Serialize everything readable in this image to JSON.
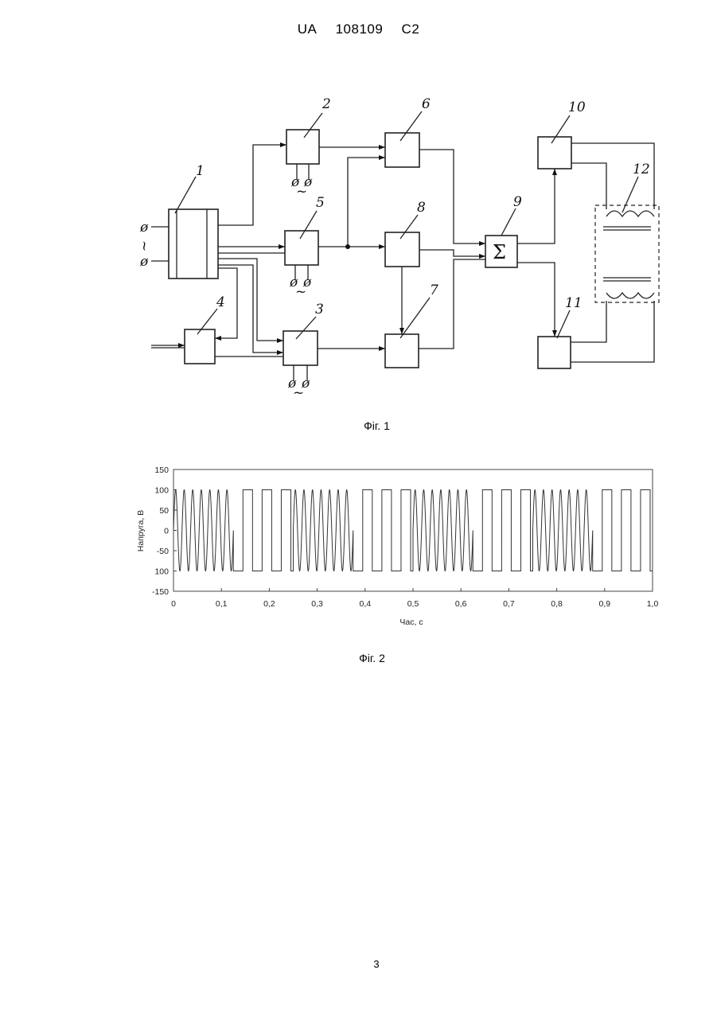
{
  "header": {
    "country": "UA",
    "number": "108109",
    "kind": "C2"
  },
  "figure1": {
    "caption": "Фіг. 1",
    "block_labels": [
      "1",
      "2",
      "3",
      "4",
      "5",
      "6",
      "7",
      "8",
      "9",
      "10",
      "11",
      "12"
    ],
    "sum_symbol": "Σ",
    "terminal_symbol": "ø",
    "ac_symbol": "~"
  },
  "figure2": {
    "caption": "Фіг. 2",
    "chart_data": {
      "type": "line",
      "xlabel": "Час, с",
      "ylabel": "Напруга, В",
      "xlim": [
        0,
        1.0
      ],
      "ylim": [
        -150,
        150
      ],
      "x_ticks": [
        "0",
        "0,1",
        "0,2",
        "0,3",
        "0,4",
        "0,5",
        "0,6",
        "0,7",
        "0,8",
        "0,9",
        "1,0"
      ],
      "y_ticks": [
        "150",
        "100",
        "50",
        "0",
        "-50",
        "100",
        "-150"
      ],
      "amplitude": 100,
      "series": [
        {
          "sine_segments": [
            [
              0,
              0.125
            ],
            [
              0.25,
              0.375
            ],
            [
              0.5,
              0.625
            ],
            [
              0.75,
              0.875
            ]
          ],
          "square_segments": [
            [
              0.125,
              0.25
            ],
            [
              0.375,
              0.5
            ],
            [
              0.625,
              0.75
            ],
            [
              0.875,
              1.0
            ]
          ],
          "sine_frequency_hz": 56,
          "square_period_s": 0.04
        }
      ]
    }
  },
  "page_number": "3"
}
